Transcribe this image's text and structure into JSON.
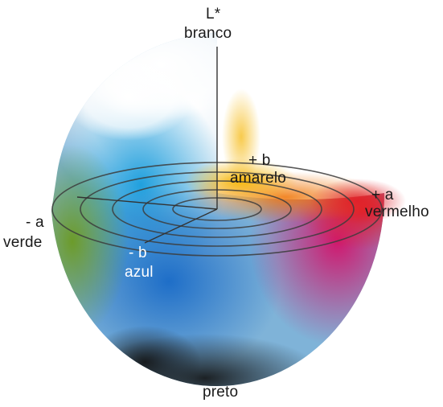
{
  "diagram": {
    "axes": {
      "lightness": {
        "top_symbol": "L*",
        "top_name": "branco",
        "bottom_name": "preto"
      },
      "b_positive": {
        "symbol": "+ b",
        "name": "amarelo"
      },
      "a_positive": {
        "symbol": "+ a",
        "name": "vermelho"
      },
      "a_negative": {
        "symbol": "- a",
        "name": "verde"
      },
      "b_negative": {
        "symbol": "-  b",
        "name": "azul"
      }
    },
    "colors": {
      "white": "#ffffff",
      "yellow": "#f5b400",
      "orange": "#f07a10",
      "red": "#e0202a",
      "magenta": "#d0186e",
      "blue": "#1e6ec8",
      "cyan": "#20a0de",
      "green": "#6c9b2a",
      "black": "#111111"
    }
  }
}
